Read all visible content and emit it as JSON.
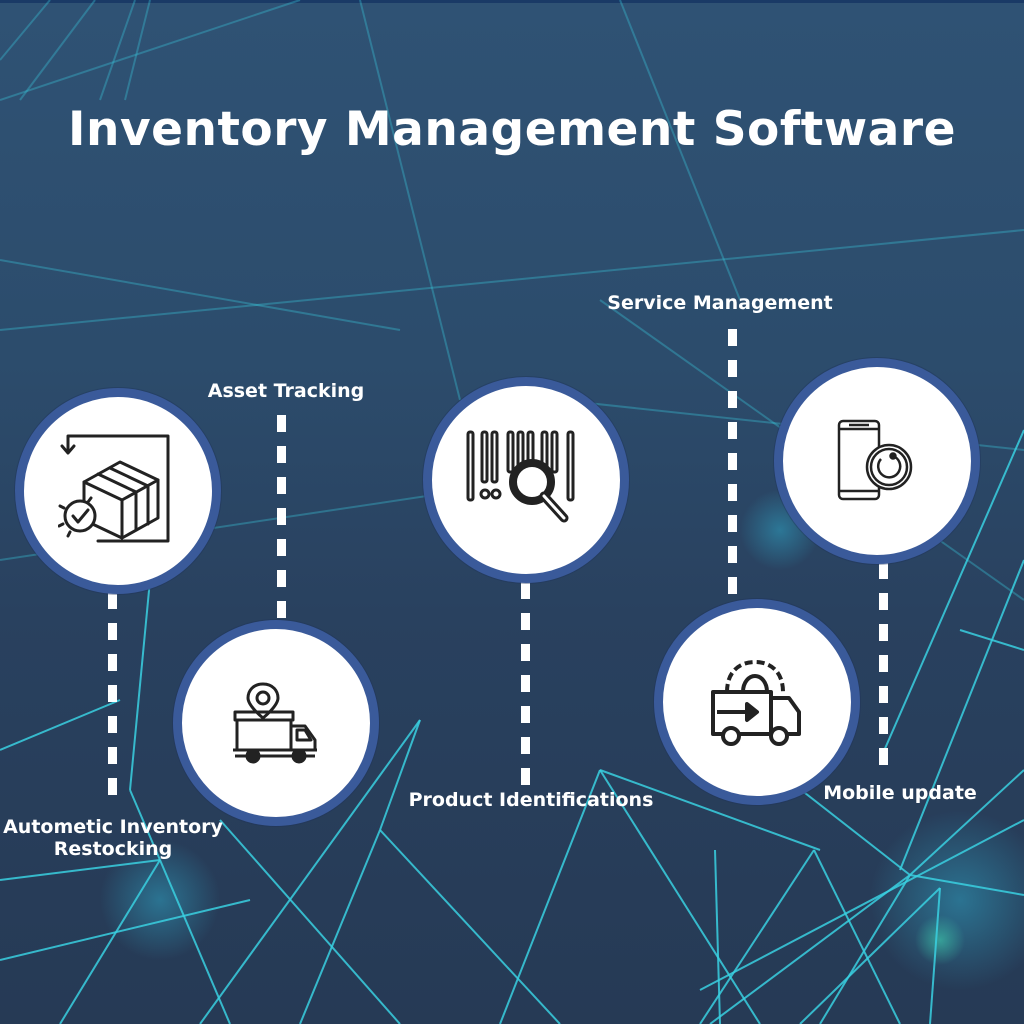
{
  "title": "Inventory Management Software",
  "colors": {
    "background_top": "#2f5274",
    "background_bottom": "#263a55",
    "circle_border": "#3a5a9a",
    "network_lines": "#3ad0e0",
    "text": "#ffffff"
  },
  "features": [
    {
      "label_line1": "Autometic Inventory",
      "label_line2": "Restocking",
      "icon": "box-restock-check-icon",
      "label_position": "below"
    },
    {
      "label": "Asset Tracking",
      "icon": "delivery-truck-location-pin-icon",
      "label_position": "above"
    },
    {
      "label": "Product Identifications",
      "icon": "barcode-magnifier-icon",
      "label_position": "below"
    },
    {
      "label": "Service Management",
      "icon": "truck-gear-icon",
      "label_position": "above"
    },
    {
      "label": "Mobile update",
      "icon": "smartphone-sync-icon",
      "label_position": "below"
    }
  ]
}
